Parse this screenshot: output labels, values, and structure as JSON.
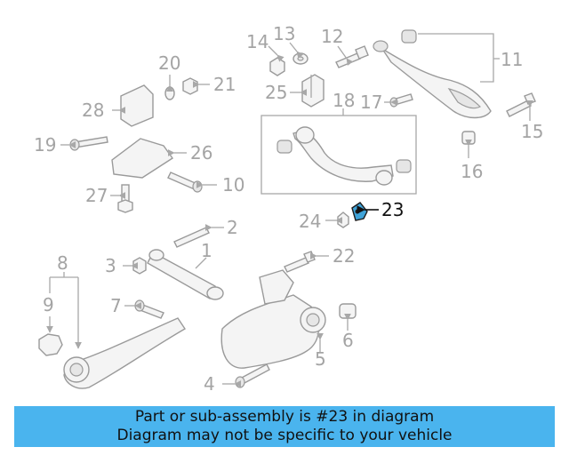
{
  "highlighted_part": "23",
  "callouts": [
    "1",
    "2",
    "3",
    "4",
    "5",
    "6",
    "7",
    "8",
    "9",
    "10",
    "11",
    "12",
    "13",
    "14",
    "15",
    "16",
    "17",
    "18",
    "19",
    "20",
    "21",
    "22",
    "23",
    "24",
    "25",
    "26",
    "27",
    "28"
  ],
  "banner": {
    "line1": "Part or sub-assembly is #23 in diagram",
    "line2": "Diagram may not be specific to your vehicle"
  },
  "colors": {
    "highlight": "#3fa3d8",
    "banner_bg": "#4ab4ee",
    "part_stroke": "#9a9a9a",
    "label_gray": "#a4a4a4"
  }
}
